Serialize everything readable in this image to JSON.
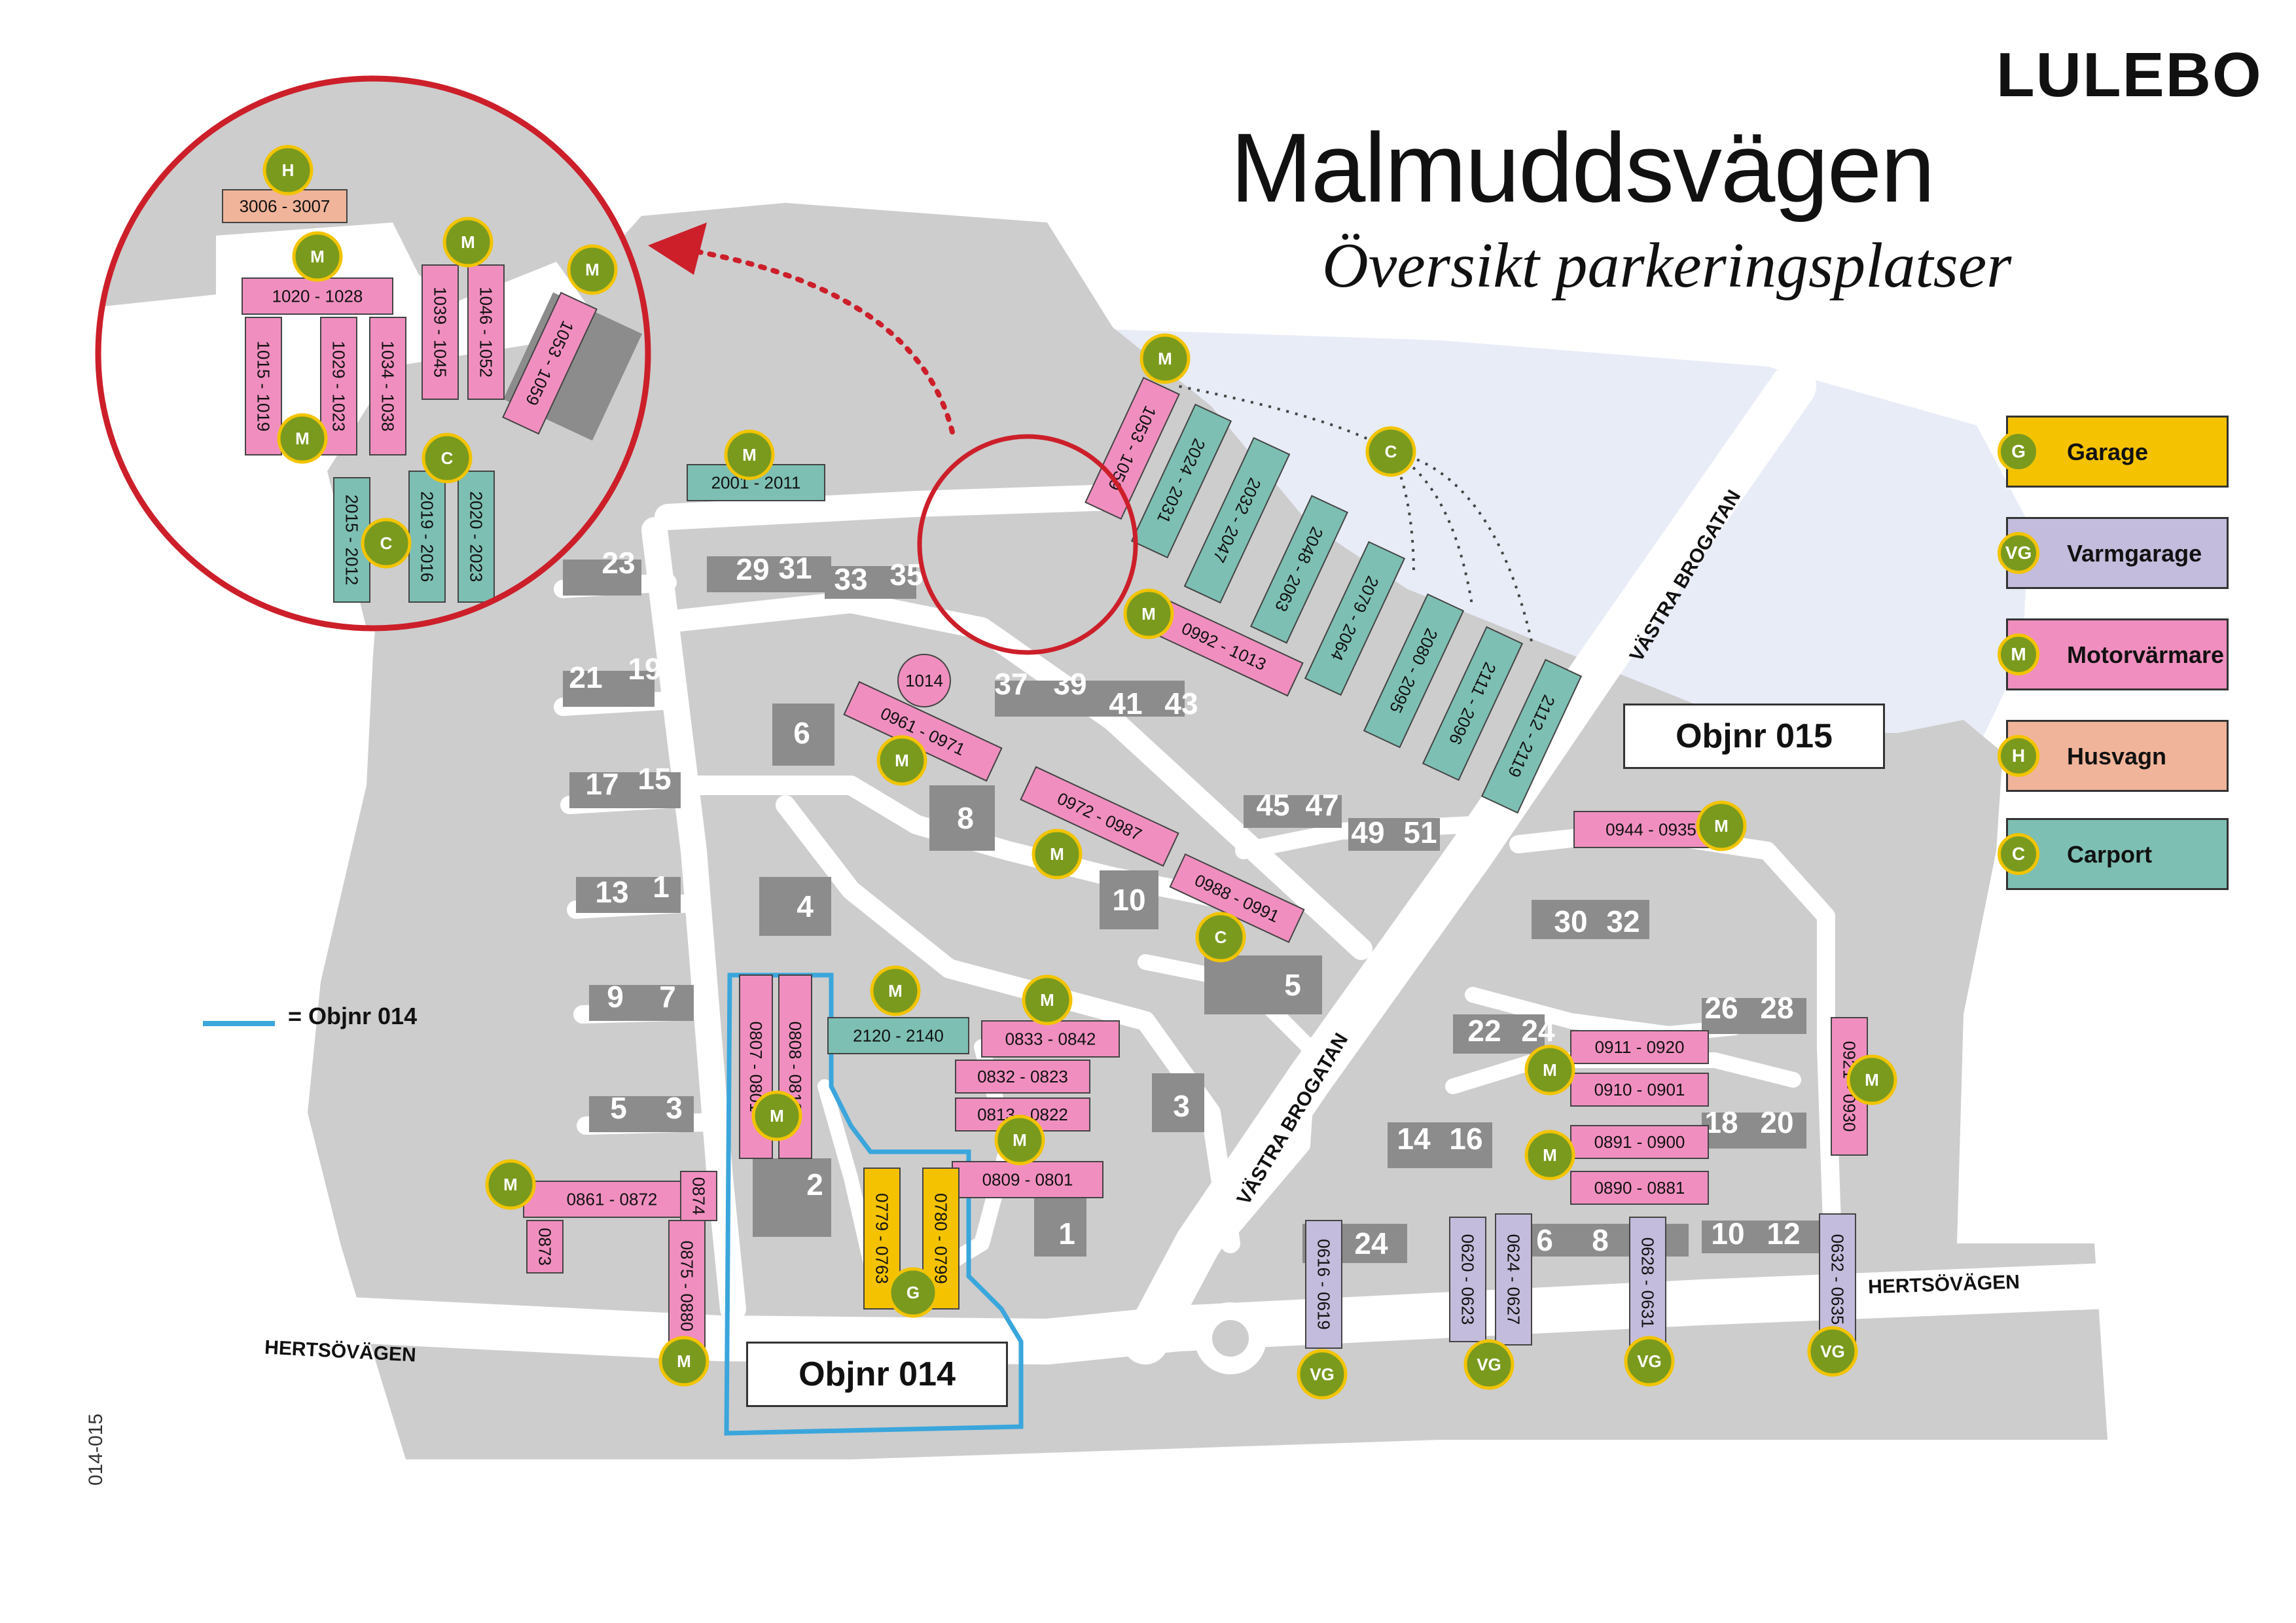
{
  "header": {
    "brand": "LULEBO",
    "title": "Malmuddsvägen",
    "subtitle": "Översikt parkeringsplatser",
    "code": "014-015"
  },
  "objects": {
    "obj014": "Objnr 014",
    "obj015": "Objnr 015"
  },
  "legend": {
    "line_label": "= Objnr 014",
    "line_color": "#3aa6dc",
    "items": [
      {
        "badge": "G",
        "label": "Garage",
        "color": "#f5c200"
      },
      {
        "badge": "VG",
        "label": "Varmgarage",
        "color": "#c4bcdc"
      },
      {
        "badge": "M",
        "label": "Motorvärmare",
        "color": "#f08fbf"
      },
      {
        "badge": "H",
        "label": "Husvagn",
        "color": "#f0b49a"
      },
      {
        "badge": "C",
        "label": "Carport",
        "color": "#7dbfb3"
      }
    ]
  },
  "colors": {
    "ground": "#cdcdcd",
    "road": "#ffffff",
    "building": "#8c8c8c",
    "water": "#e8ecf7",
    "badge": "#7a9a1e",
    "badge_ring": "#f2c400",
    "inset_ring": "#cc1f2a"
  },
  "streets": [
    "HERTSÖVÄGEN",
    "HERTSÖVÄGEN",
    "VÄSTRA BROGATAN",
    "VÄSTRA BROGATAN"
  ],
  "house_numbers": [
    "23",
    "29",
    "31",
    "33",
    "35",
    "21",
    "19",
    "37",
    "39",
    "41",
    "43",
    "6",
    "17",
    "15",
    "45",
    "47",
    "49",
    "51",
    "8",
    "13",
    "1",
    "10",
    "30",
    "32",
    "4",
    "9",
    "7",
    "5",
    "26",
    "28",
    "22",
    "24",
    "3",
    "5",
    "3",
    "18",
    "20",
    "14",
    "16",
    "2",
    "1",
    "24",
    "6",
    "8",
    "10",
    "12"
  ],
  "parking_labels": [
    "1053 - 1059",
    "2024 - 2031",
    "2032 - 2047",
    "2048 - 2063",
    "2079 - 2064",
    "2080 - 2095",
    "2111 - 2096",
    "2112 - 2119",
    "2001 - 2011",
    "0992 - 1013",
    "1014",
    "0961 - 0971",
    "0972 - 0987",
    "0988 - 0991",
    "0944 - 0935",
    "0807 - 0801",
    "0808 - 0813",
    "2120 - 2140",
    "0833 - 0842",
    "0832 - 0823",
    "0813 - 0822",
    "0809 - 0801",
    "0779 - 0763",
    "0780 - 0799",
    "0861 - 0872",
    "0873",
    "0874",
    "0875 - 0880",
    "0911 - 0920",
    "0910 - 0901",
    "0891 - 0900",
    "0890 - 0881",
    "0921 - 0930",
    "0616 - 0619",
    "0620 - 0623",
    "0624 - 0627",
    "0628 - 0631",
    "0632 - 0635"
  ],
  "inset_labels": [
    "3006 - 3007",
    "1020 - 1028",
    "1015 - 1019",
    "1029 - 1023",
    "1034 - 1038",
    "1039 - 1045",
    "1046 - 1052",
    "1053 - 1059",
    "2015 - 2012",
    "2019 - 2016",
    "2020 - 2023"
  ],
  "badges": [
    "H",
    "M",
    "M",
    "M",
    "M",
    "C",
    "C",
    "C",
    "M",
    "M",
    "M",
    "M",
    "C",
    "M",
    "M",
    "M",
    "C",
    "M",
    "M",
    "M",
    "M",
    "M",
    "G",
    "M",
    "M",
    "VG",
    "VG",
    "VG",
    "VG"
  ]
}
